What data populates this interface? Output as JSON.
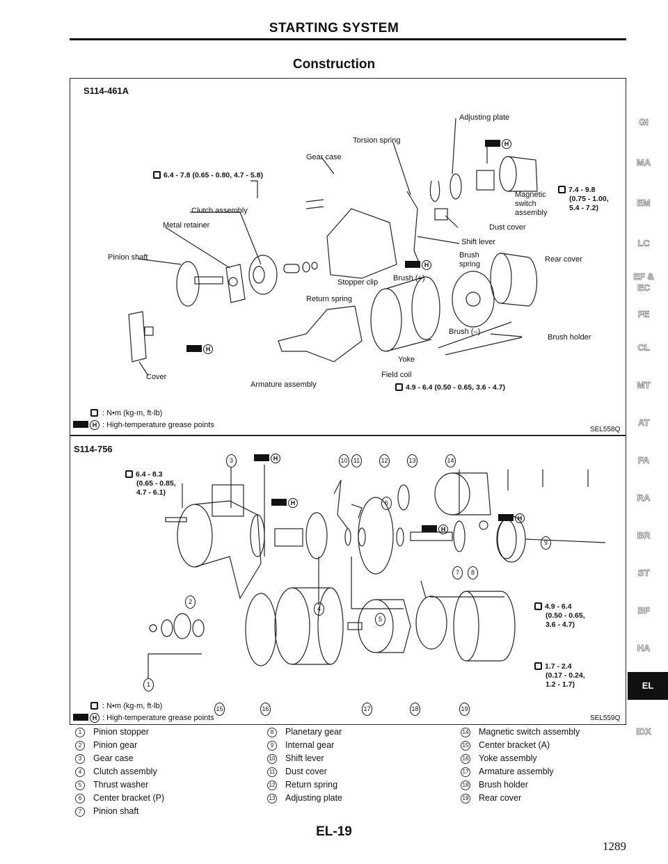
{
  "header": {
    "title": "STARTING SYSTEM",
    "subtitle": "Construction"
  },
  "diagram1": {
    "model": "S114-461A",
    "labels": {
      "adjusting_plate": "Adjusting plate",
      "torsion_spring": "Torsion spring",
      "gear_case": "Gear case",
      "clutch_assembly": "Clutch assembly",
      "metal_retainer": "Metal retainer",
      "pinion_shaft": "Pinion shaft",
      "magnetic_switch_1": "Magnetic",
      "magnetic_switch_2": "switch",
      "magnetic_switch_3": "assembly",
      "dust_cover": "Dust cover",
      "shift_lever": "Shift lever",
      "brush_spring_1": "Brush",
      "brush_spring_2": "spring",
      "rear_cover": "Rear cover",
      "brush_plus": "Brush (+)",
      "stopper_clip": "Stopper clip",
      "return_spring": "Return spring",
      "brush_minus": "Brush (–)",
      "brush_holder": "Brush holder",
      "yoke": "Yoke",
      "field_coil": "Field coil",
      "cover": "Cover",
      "armature_assembly": "Armature assembly"
    },
    "torques": {
      "gear_case": "6.4 - 7.8 (0.65 - 0.80, 4.7 - 5.8)",
      "magnetic_1": "7.4 - 9.8",
      "magnetic_2": "(0.75 - 1.00,",
      "magnetic_3": "5.4 - 7.2)",
      "through_bolt": "4.9 - 6.4 (0.50 - 0.65, 3.6 - 4.7)"
    },
    "legend": {
      "torque_unit": ": N•m (kg-m, ft-lb)",
      "grease": ": High-temperature grease points",
      "grease_mark": "H"
    },
    "figure_code": "SEL558Q"
  },
  "diagram2": {
    "model": "S114-756",
    "torques": {
      "bolt_1": "6.4 - 8.3",
      "bolt_2": "(0.65 - 0.85,",
      "bolt_3": "4.7 - 6.1)",
      "through_1": "4.9 - 6.4",
      "through_2": "(0.50 - 0.65,",
      "through_3": "3.6 - 4.7)",
      "screw_1": "1.7 - 2.4",
      "screw_2": "(0.17 - 0.24,",
      "screw_3": "1.2 - 1.7)"
    },
    "callouts": [
      "1",
      "2",
      "3",
      "4",
      "5",
      "6",
      "7",
      "8",
      "9",
      "10",
      "11",
      "12",
      "13",
      "14",
      "15",
      "16",
      "17",
      "18",
      "19"
    ],
    "legend": {
      "torque_unit": ": N•m (kg-m, ft-lb)",
      "grease": ": High-temperature grease points",
      "grease_mark": "H"
    },
    "figure_code": "SEL559Q"
  },
  "parts": [
    {
      "n": "1",
      "name": "Pinion stopper"
    },
    {
      "n": "2",
      "name": "Pinion gear"
    },
    {
      "n": "3",
      "name": "Gear case"
    },
    {
      "n": "4",
      "name": "Clutch assembly"
    },
    {
      "n": "5",
      "name": "Thrust washer"
    },
    {
      "n": "6",
      "name": "Center bracket (P)"
    },
    {
      "n": "7",
      "name": "Pinion shaft"
    },
    {
      "n": "8",
      "name": "Planetary gear"
    },
    {
      "n": "9",
      "name": "Internal gear"
    },
    {
      "n": "10",
      "name": "Shift lever"
    },
    {
      "n": "11",
      "name": "Dust cover"
    },
    {
      "n": "12",
      "name": "Return spring"
    },
    {
      "n": "13",
      "name": "Adjusting plate"
    },
    {
      "n": "14",
      "name": "Magnetic switch assembly"
    },
    {
      "n": "15",
      "name": "Center bracket (A)"
    },
    {
      "n": "16",
      "name": "Yoke assembly"
    },
    {
      "n": "17",
      "name": "Armature assembly"
    },
    {
      "n": "18",
      "name": "Brush holder"
    },
    {
      "n": "19",
      "name": "Rear cover"
    }
  ],
  "sidebar": [
    "GI",
    "MA",
    "EM",
    "LC",
    "EF &",
    "EC",
    "FE",
    "CL",
    "MT",
    "AT",
    "FA",
    "RA",
    "BR",
    "ST",
    "BF",
    "HA",
    "EL",
    "IDX"
  ],
  "footer": {
    "page_code": "EL-19",
    "page_number": "1289"
  }
}
